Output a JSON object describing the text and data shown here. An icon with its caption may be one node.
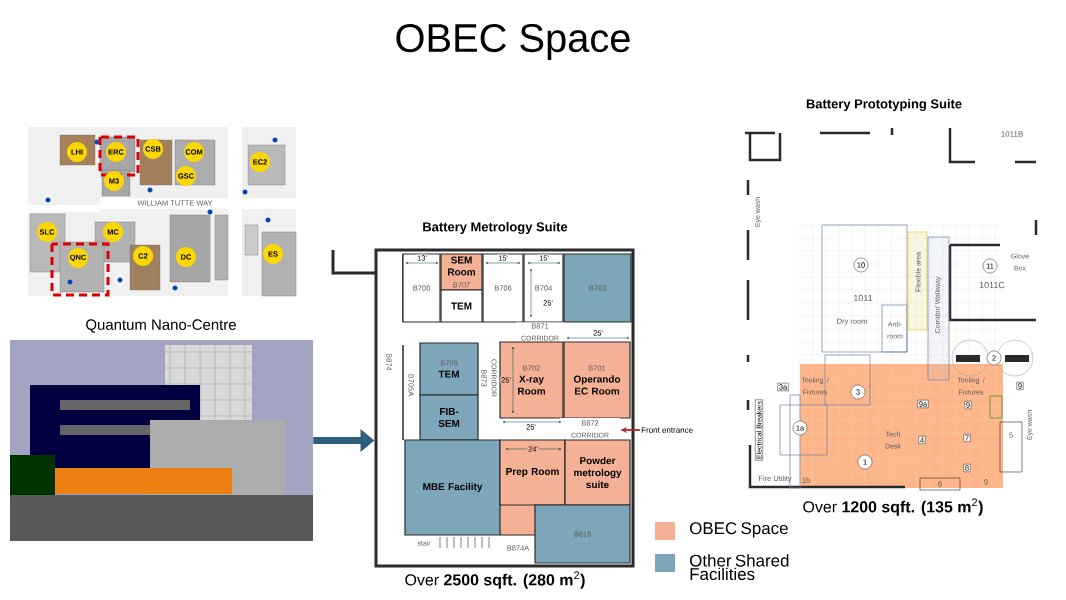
{
  "diagram": {
    "title": "OBEC Space",
    "nodes": [
      {
        "text": [],
        "shape": "picture"
      },
      {
        "text": [],
        "shape": "picture",
        "beside": [
          "Quantum Nano-Centre"
        ]
      },
      {
        "text": [
          "Battery Metrology Suite"
        ],
        "beside": [
          "Over **2500 sqft. (280 m**$^{2}$**)**"
        ]
      },
      {
        "text": [
          "B708"
        ],
        "in": 2
      },
      {
        "text": [
          "SEM Room",
          "B707"
        ],
        "in": 2
      },
      {
        "text": [
          "TEM"
        ],
        "in": 2
      },
      {
        "text": [
          "B706"
        ],
        "in": 2
      },
      {
        "text": [
          "B704"
        ],
        "in": 2
      },
      {
        "text": [
          "B703"
        ],
        "in": 2
      },
      {
        "text": [
          "B871",
          "CORRIDOR"
        ],
        "in": 2
      },
      {
        "text": [
          "B709",
          "TEM"
        ],
        "in": 2
      },
      {
        "text": [
          "FIB-SEM"
        ],
        "in": 2
      },
      {
        "text": [
          "B702",
          "X-ray Room"
        ],
        "in": 2
      },
      {
        "text": [
          "B701",
          "Operando EC Room"
        ],
        "in": 2
      },
      {
        "text": [
          "B872",
          "CORRIDOR"
        ],
        "in": 2
      },
      {
        "text": [
          "MBE Facility"
        ],
        "in": 2
      },
      {
        "text": [
          "Prep Room"
        ],
        "in": 2
      },
      {
        "text": [
          "Powder metrology suite"
        ],
        "in": 2
      },
      {
        "text": [
          "B616"
        ],
        "in": 2
      },
      {
        "text": [
          "Front entrance"
        ]
      },
      {
        "text": [
          "Battery Prototyping Suite"
        ],
        "beside": [
          "Over **1200 sqft. (135 m**$^{2}$**)**"
        ]
      }
    ],
    "edges": [
      {
        "from": 1,
        "to": 2,
        "arrow": "to",
        "style": "thick",
        "color": "#2f5f7f"
      },
      {
        "from": 19,
        "to": 14,
        "arrow": "to",
        "color": "#a52a2a"
      }
    ],
    "labels": [
      "LHI",
      "ERC",
      "CSB",
      "COM",
      "EC2",
      "M3",
      "GSC",
      "WILLIAM TUTTE WAY",
      "SLC",
      "MC",
      "QNC",
      "C2",
      "DC",
      "ES",
      "13'",
      "15'",
      "15'",
      "25'",
      "25'",
      "B874",
      "B705A",
      "B873",
      "CORRIDOR",
      "25'",
      "25'",
      "24'",
      "stair",
      "B874A",
      "1011B",
      "Eye wash",
      "Flexible area",
      "Corridor/ Walkway",
      "10",
      "11",
      "Glove Box",
      "1011",
      "1011C",
      "Dry room",
      "Anti-room",
      "2",
      "3a",
      "Tooling / Fixtures",
      "3",
      "Tooling / Fixtures",
      "9",
      "Eye wash",
      "Electrical Breakers",
      "1a",
      "9a",
      "9",
      "Tech Desk",
      "4",
      "7",
      "5",
      "1",
      "8",
      "Fire Utility",
      "1b",
      "6",
      "9"
    ],
    "legend": [
      {
        "text": "OBEC Space",
        "color": "#f4b196"
      },
      {
        "text": "Other Shared Facilities",
        "color": "#7ea6ba"
      }
    ]
  }
}
